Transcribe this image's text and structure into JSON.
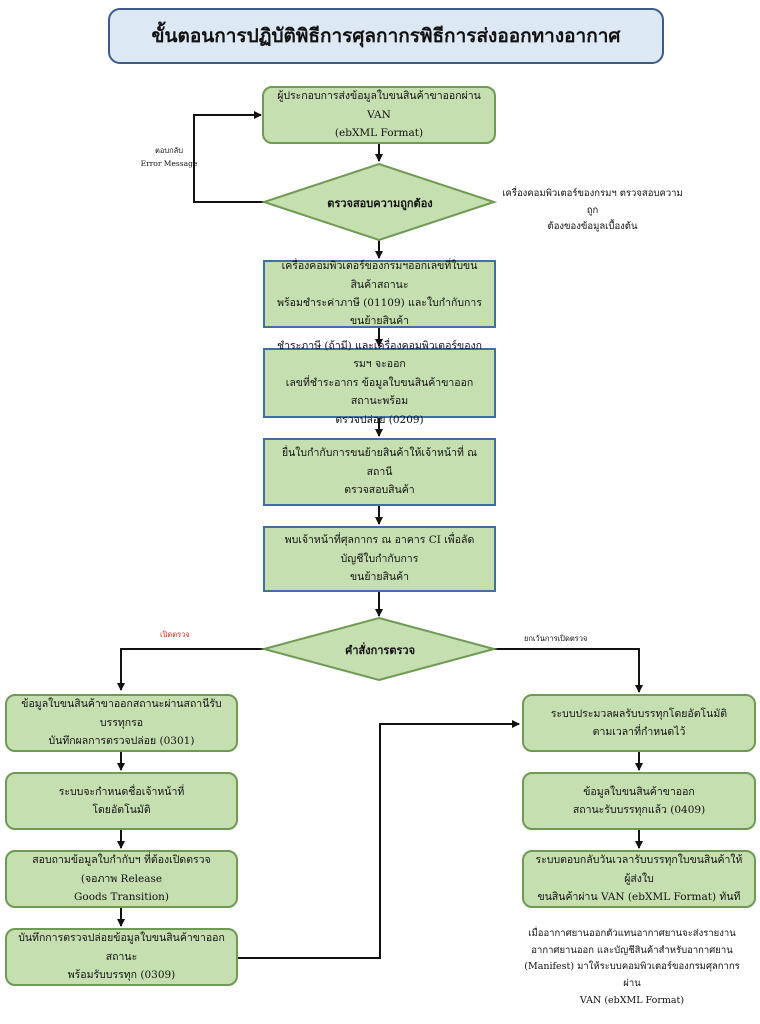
{
  "title": "ขั้นตอนการปฏิบัติพิธีการศุลกากรพิธีการส่งออกทางอากาศ",
  "steps": {
    "s1": "ผู้ประกอบการส่งข้อมูลใบขนสินค้าขาออกผ่าน VAN\n(ebXML Format)",
    "d1": "ตรวจสอบความถูกต้อง",
    "s2": "เครื่องคอมพิวเตอร์ของกรมฯออกเลขที่ใบขนสินค้าสถานะ\nพร้อมชำระค่าภาษี (01109) และใบกำกับการขนย้ายสินค้า",
    "s3": "ชำระภาษี (ถ้ามี) และเครื่องคอมพิวเตอร์ของกรมฯ จะออก\nเลขที่ชำระอากร ข้อมูลใบขนสินค้าขาออกสถานะพร้อม\nตรวจปล่อย (0209)",
    "s4": "ยื่นใบกำกับการขนย้ายสินค้าให้เจ้าหน้าที่ ณ สถานี\nตรวจสอบสินค้า",
    "s5": "พบเจ้าหน้าที่ศุลกากร ณ อาคาร CI เพื่อลัดบัญชีใบกำกับการ\nขนย้ายสินค้า",
    "d2": "คำสั่งการตรวจ",
    "l1": "ข้อมูลใบขนสินค้าขาออกสถานะผ่านสถานีรับบรรทุกรอ\nบันทึกผลการตรวจปล่อย (0301)",
    "l2": "ระบบจะกำหนดชื่อเจ้าหน้าที่\nโดยอัตโนมัติ",
    "l3": "สอบถามข้อมูลใบกำกับฯ ที่ต้องเปิดตรวจ (จอภาพ Release\nGoods Transition)",
    "l4": "บันทึกการตรวจปล่อยข้อมูลใบขนสินค้าขาออก สถานะ\nพร้อมรับบรรทุก (0309)",
    "r1": "ระบบประมวลผลรับบรรทุกโดยอัตโนมัติ\nตามเวลาที่กำหนดไว้",
    "r2": "ข้อมูลใบขนสินค้าขาออก\nสถานะรับบรรทุกแล้ว (0409)",
    "r3": "ระบบตอบกลับวันเวลารับบรรทุกใบขนสินค้าให้ผู้ส่งใบ\nขนสินค้าผ่าน VAN (ebXML Format) ทันที"
  },
  "annotations": {
    "error": "ตอบกลับ\nError Message",
    "check_note": "เครื่องคอมพิวเตอร์ของกรมฯ ตรวจสอบความถูก\nต้องของข้อมูลเบื้องต้น",
    "open_inspect": "เปิดตรวจ",
    "exempt": "ยกเว้นการเปิดตรวจ",
    "manifest_note": "เมื่ออากาศยานออกตัวแทนอากาศยานจะส่งรายงาน\nอากาศยานออก และบัญชีสินค้าสำหรับอากาศยาน\n(Manifest) มาให้ระบบคอมพิวเตอร์ของกรมศุลกากร\nผ่าน\nVAN (ebXML Format)"
  },
  "colors": {
    "box_fill": "#c6dfb0",
    "title_fill": "#dce8f4",
    "accent_red": "#e8281f"
  }
}
